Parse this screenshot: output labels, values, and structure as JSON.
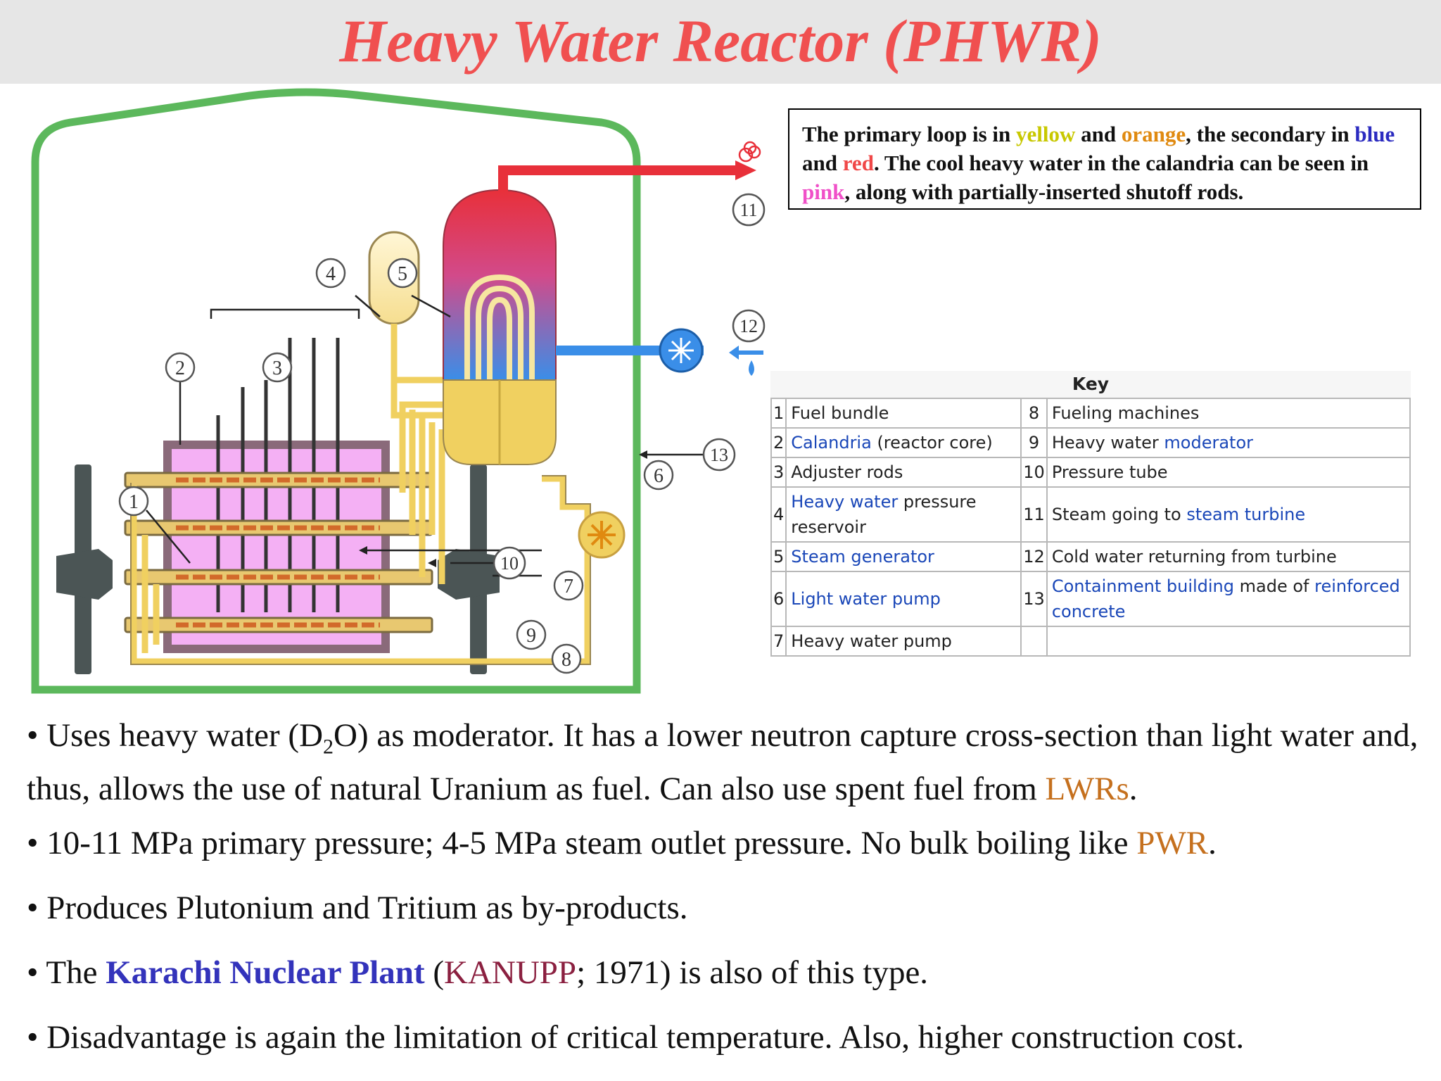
{
  "title": "Heavy Water Reactor (PHWR)",
  "note": {
    "p1": "The primary loop is in ",
    "yellow": "yellow",
    "p2": " and ",
    "orange": "orange",
    "p3": ", the secondary in ",
    "blue": "blue",
    "p4": " and ",
    "red": "red",
    "p5": ". The cool heavy water in the calandria can be seen in ",
    "pink": "pink",
    "p6": ", along with partially-inserted shutoff rods."
  },
  "diagram_labels": [
    "1",
    "2",
    "3",
    "4",
    "5",
    "6",
    "7",
    "8",
    "9",
    "10",
    "11",
    "12",
    "13"
  ],
  "key": {
    "title": "Key",
    "rows": [
      {
        "n1": "1",
        "t1": [
          {
            "text": "Fuel bundle"
          }
        ],
        "n2": "8",
        "t2": [
          {
            "text": "Fueling machines"
          }
        ]
      },
      {
        "n1": "2",
        "t1": [
          {
            "text": "Calandria",
            "link": true
          },
          {
            "text": " (reactor core)"
          }
        ],
        "n2": "9",
        "t2": [
          {
            "text": "Heavy water "
          },
          {
            "text": "moderator",
            "link": true
          }
        ]
      },
      {
        "n1": "3",
        "t1": [
          {
            "text": "Adjuster rods"
          }
        ],
        "n2": "10",
        "t2": [
          {
            "text": "Pressure tube"
          }
        ]
      },
      {
        "n1": "4",
        "t1": [
          {
            "text": "Heavy water",
            "link": true
          },
          {
            "text": " pressure reservoir"
          }
        ],
        "n2": "11",
        "t2": [
          {
            "text": "Steam going to "
          },
          {
            "text": "steam turbine",
            "link": true
          }
        ]
      },
      {
        "n1": "5",
        "t1": [
          {
            "text": "Steam generator",
            "link": true
          }
        ],
        "n2": "12",
        "t2": [
          {
            "text": "Cold water returning from turbine"
          }
        ]
      },
      {
        "n1": "6",
        "t1": [
          {
            "text": "Light water pump",
            "link": true
          }
        ],
        "n2": "13",
        "t2": [
          {
            "text": "Containment building",
            "link": true
          },
          {
            "text": " made of "
          },
          {
            "text": "reinforced concrete",
            "link": true
          }
        ]
      },
      {
        "n1": "7",
        "t1": [
          {
            "text": "Heavy water pump"
          }
        ],
        "n2": "",
        "t2": []
      }
    ]
  },
  "bullets": {
    "b1": {
      "a": "• Uses heavy water (D",
      "sub": "2",
      "b": "O) as moderator. It has a lower neutron capture cross-section than light water and, thus, allows the use of natural Uranium as fuel. Can also use spent fuel from ",
      "lwr": "LWRs",
      "c": "."
    },
    "b2": {
      "a": "• 10-11 MPa primary pressure; 4-5 MPa steam outlet pressure. No bulk boiling like ",
      "pwr": "PWR",
      "c": "."
    },
    "b3": {
      "a": "• Produces Plutonium and Tritium as by-products."
    },
    "b4": {
      "a": "• The ",
      "plant": "Karachi Nuclear Plant",
      "p": " (",
      "kanupp": "KANUPP",
      "b": "; 1971) is also of this type."
    },
    "b5": {
      "a": "• Disadvantage is again the limitation of critical temperature. Also, higher construction cost."
    }
  },
  "colors": {
    "title": "#f05050",
    "containment": "#5cb85c",
    "primary_loop": "#f0d060",
    "secondary_hot": "#e8303a",
    "secondary_cold": "#3a8ee8",
    "moderator_pink": "#f4b0f4",
    "link": "#1a47b8",
    "orange_text": "#c5701e"
  }
}
